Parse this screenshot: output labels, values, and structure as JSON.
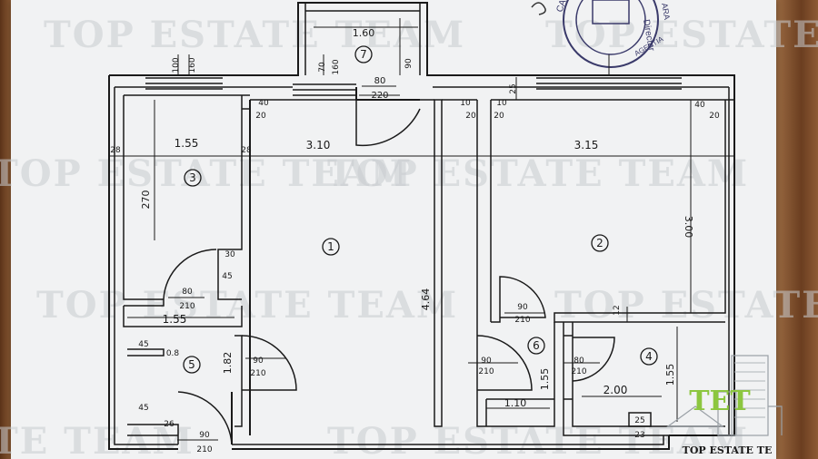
{
  "watermark": {
    "top": "TOP ESTATE TEAM",
    "middle": "TOP ESTATE TEAM",
    "left_mid": "TOP ESTATE TEAM",
    "bottom": "TOP ESTATE TEAM",
    "right_mid": "TOP ESTATE TEAM",
    "left_low": "TE TEAM"
  },
  "logo": {
    "monogram": "TET",
    "caption": "TOP ESTATE TE"
  },
  "stamp": {
    "text_1": "CADA",
    "text_2": "Director",
    "text_3": "ARA",
    "text_4": "AGENTIA"
  },
  "rooms": {
    "r1": "1",
    "r2": "2",
    "r3": "3",
    "r4": "4",
    "r5": "5",
    "r6": "6",
    "r7": "7"
  },
  "dimensions": {
    "balcony_width": "1.60",
    "balcony_depth": "90",
    "window_left_top": "100",
    "window_left_bottom": "160",
    "window_bal_top": "70",
    "window_bal_bottom": "160",
    "door_bal_top": "80",
    "door_bal_bottom": "220",
    "wall_40a": "40",
    "wall_20a": "20",
    "wall_10a": "10",
    "wall_20b": "20",
    "wall_10b": "10",
    "wall_20c": "20",
    "wall_25": "25",
    "wall_40b": "40",
    "wall_20d": "20",
    "w_28_left": "28",
    "room3_width": "1.55",
    "w_28_mid": "28",
    "room1_width": "3.10",
    "room2_width": "3.15",
    "room3_height": "270",
    "room2_height": "3.00",
    "room1_height": "4.64",
    "door3_w": "30",
    "door3_side": "45",
    "door3_top": "80",
    "door3_bottom": "210",
    "hall5_width": "1.55",
    "hall5_45a": "45",
    "hall5_08": "0.8",
    "hall5_182": "1.82",
    "door1_top": "90",
    "door1_bottom": "210",
    "hall5_45b": "45",
    "hall5_26": "26",
    "door_entry_top": "90",
    "door_entry_bottom": "210",
    "door2_top": "90",
    "door2_bottom": "210",
    "wall_12": "12",
    "door6_top": "90",
    "door6_bottom": "210",
    "hall6_155": "1.55",
    "hall6_110": "1.10",
    "door4_top": "80",
    "door4_bottom": "210",
    "room4_width": "2.00",
    "room4_height": "1.55",
    "shaft_top": "25",
    "shaft_bottom": "23"
  }
}
